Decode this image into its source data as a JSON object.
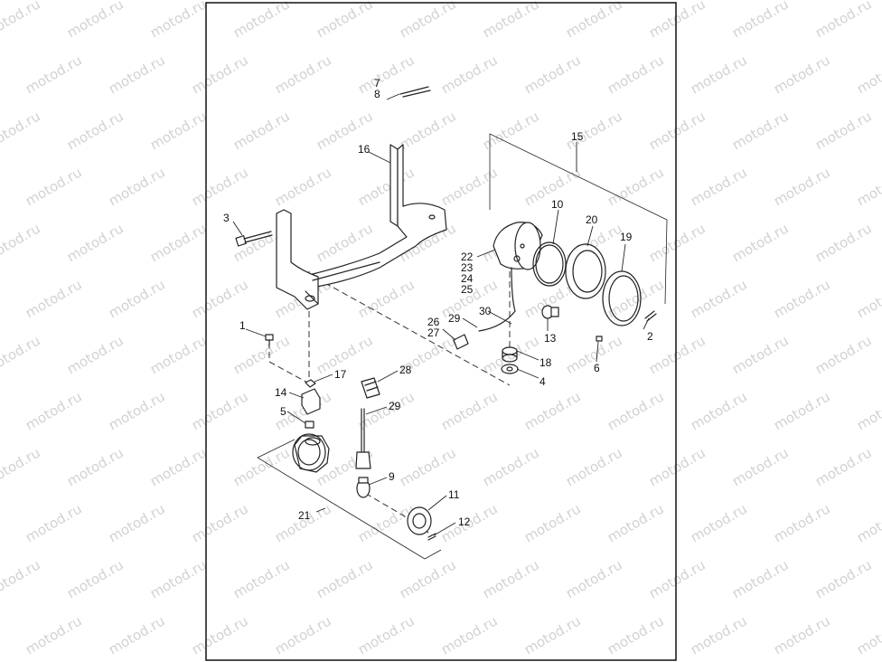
{
  "watermark": "motod.ru",
  "callouts": [
    "1",
    "2",
    "3",
    "4",
    "5",
    "6",
    "7",
    "8",
    "9",
    "10",
    "11",
    "12",
    "13",
    "14",
    "15",
    "16",
    "17",
    "18",
    "19",
    "20",
    "21",
    "22",
    "23",
    "24",
    "25",
    "26",
    "27",
    "28",
    "29",
    "29",
    "30"
  ]
}
